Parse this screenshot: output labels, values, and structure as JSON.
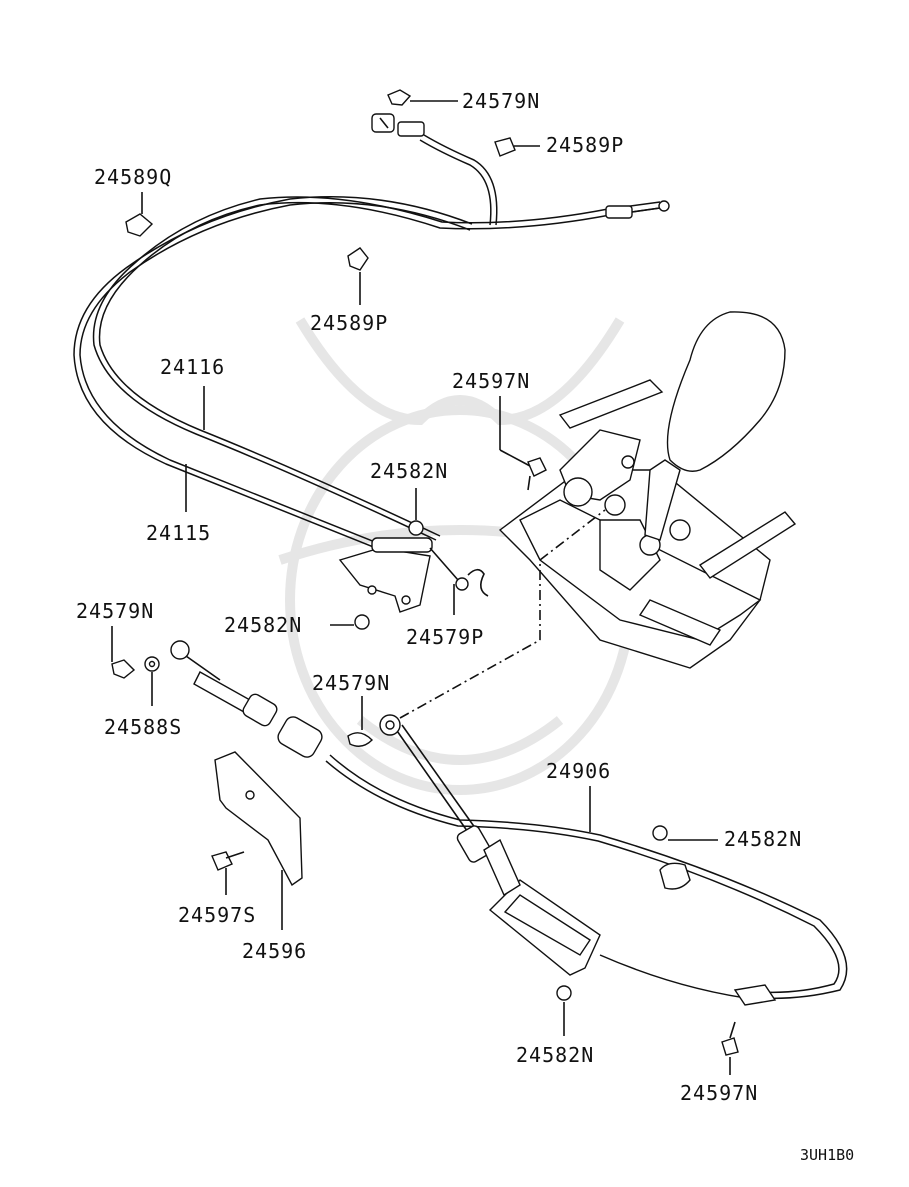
{
  "labels": {
    "p24579N_a": "24579N",
    "p24589P_a": "24589P",
    "p24589Q": "24589Q",
    "p24589P_b": "24589P",
    "p24597N_a": "24597N",
    "p24116": "24116",
    "p24582N_a": "24582N",
    "p24115": "24115",
    "p24579N_b": "24579N",
    "p24582N_b": "24582N",
    "p24579P": "24579P",
    "p24588S": "24588S",
    "p24579N_c": "24579N",
    "p24906": "24906",
    "p24582N_c": "24582N",
    "p24597S": "24597S",
    "p24596": "24596",
    "p24582N_d": "24582N",
    "p24597N_b": "24597N"
  },
  "diagram_code": "3UH1B0"
}
